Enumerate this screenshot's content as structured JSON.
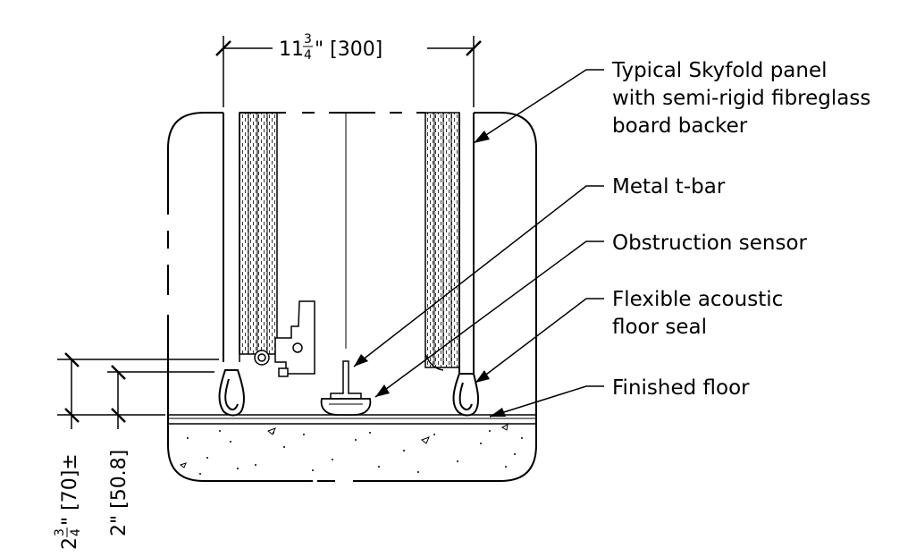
{
  "callouts": [
    {
      "id": "panel",
      "lines": [
        "Typical Skyfold panel",
        "with semi-rigid fibreglass",
        "board backer"
      ]
    },
    {
      "id": "tbar",
      "lines": [
        "Metal t-bar"
      ]
    },
    {
      "id": "sensor",
      "lines": [
        "Obstruction sensor"
      ]
    },
    {
      "id": "seal",
      "lines": [
        "Flexible acoustic",
        "floor seal"
      ]
    },
    {
      "id": "floor",
      "lines": [
        "Finished floor"
      ]
    }
  ],
  "dimensions": {
    "width": {
      "whole": "11",
      "num": "3",
      "den": "4",
      "rest": "\" [300]"
    },
    "height_total": {
      "whole": "2",
      "num": "3",
      "den": "4",
      "rest": "\" [70]±"
    },
    "height_sensor": {
      "text": "2\" [50.8]"
    }
  }
}
